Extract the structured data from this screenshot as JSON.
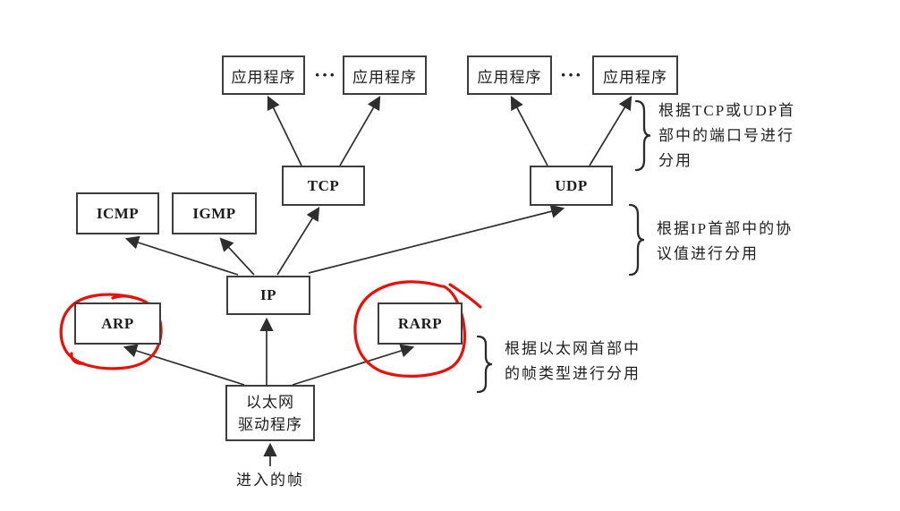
{
  "diagram": {
    "title_semantic": "TCP/IP protocol demultiplexing diagram",
    "nodes": {
      "app1": {
        "label": "应用程序"
      },
      "app2": {
        "label": "应用程序"
      },
      "app3": {
        "label": "应用程序"
      },
      "app4": {
        "label": "应用程序"
      },
      "tcp": {
        "label": "TCP"
      },
      "udp": {
        "label": "UDP"
      },
      "icmp": {
        "label": "ICMP"
      },
      "igmp": {
        "label": "IGMP"
      },
      "ip": {
        "label": "IP"
      },
      "arp": {
        "label": "ARP"
      },
      "rarp": {
        "label": "RARP"
      },
      "ethernet_driver": {
        "label_line1": "以太网",
        "label_line2": "驱动程序"
      }
    },
    "separator_dots": "···",
    "incoming_frame_label": "进入的帧",
    "annotations": [
      {
        "lines": [
          "根据TCP或UDP首",
          "部中的端口号进行",
          "分用"
        ]
      },
      {
        "lines": [
          "根据IP首部中的协",
          "议值进行分用"
        ]
      },
      {
        "lines": [
          "根据以太网首部中",
          "的帧类型进行分用"
        ]
      }
    ],
    "colors": {
      "line": "#2e2e2e",
      "box_border": "#3d3d3d",
      "text": "#1d1d1d",
      "highlight_red": "#e81109",
      "background": "#ffffff"
    }
  }
}
